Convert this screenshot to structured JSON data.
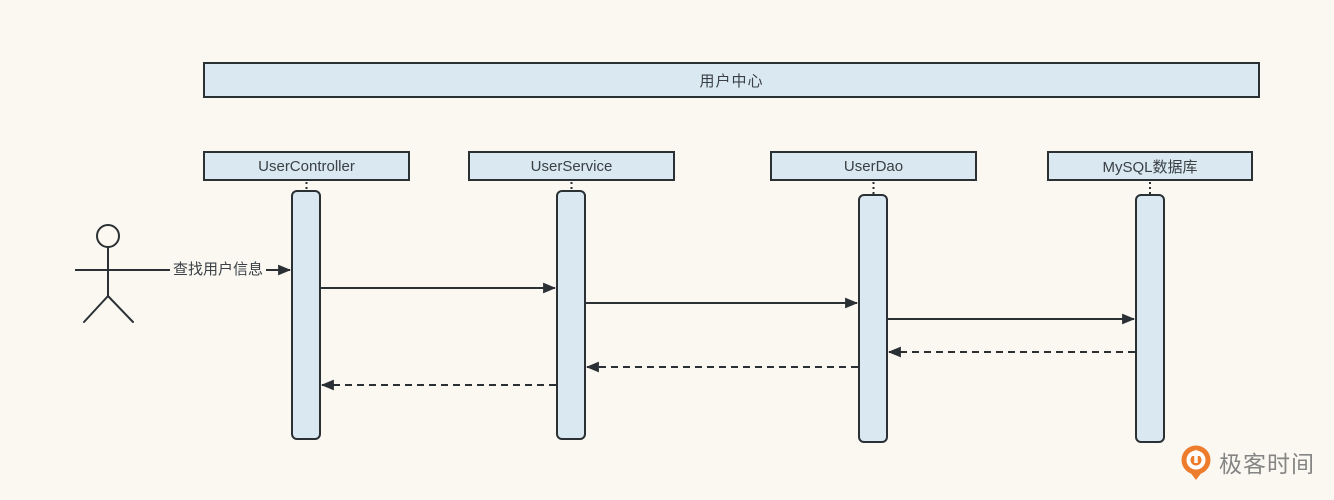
{
  "page": {
    "type": "uml-sequence-diagram",
    "background_color": "#FAF8F1"
  },
  "diagram": {
    "title": "用户中心",
    "participants": [
      {
        "label": "UserController"
      },
      {
        "label": "UserService"
      },
      {
        "label": "UserDao"
      },
      {
        "label": "MySQL数据库"
      }
    ],
    "actor": {
      "shape": "stick-figure",
      "message_label": "查找用户信息"
    },
    "messages": [
      {
        "from": "actor",
        "to": "UserController",
        "label": "查找用户信息",
        "line": "solid"
      },
      {
        "from": "UserController",
        "to": "UserService",
        "label": "",
        "line": "solid"
      },
      {
        "from": "UserService",
        "to": "UserDao",
        "label": "",
        "line": "solid"
      },
      {
        "from": "UserDao",
        "to": "MySQL数据库",
        "label": "",
        "line": "solid"
      },
      {
        "from": "MySQL数据库",
        "to": "UserDao",
        "label": "",
        "line": "dashed"
      },
      {
        "from": "UserDao",
        "to": "UserService",
        "label": "",
        "line": "dashed"
      },
      {
        "from": "UserService",
        "to": "UserController",
        "label": "",
        "line": "dashed"
      }
    ],
    "colors": {
      "box_fill": "#D9E8F1",
      "box_border": "#2B3034",
      "line": "#2B3034",
      "text": "#3A4045",
      "background": "#FAF8F1"
    }
  },
  "footer": {
    "brand_text": "极客时间",
    "brand_icon": "geektime-logo",
    "brand_icon_color": "#EE7C2D",
    "brand_text_color": "#858585"
  }
}
